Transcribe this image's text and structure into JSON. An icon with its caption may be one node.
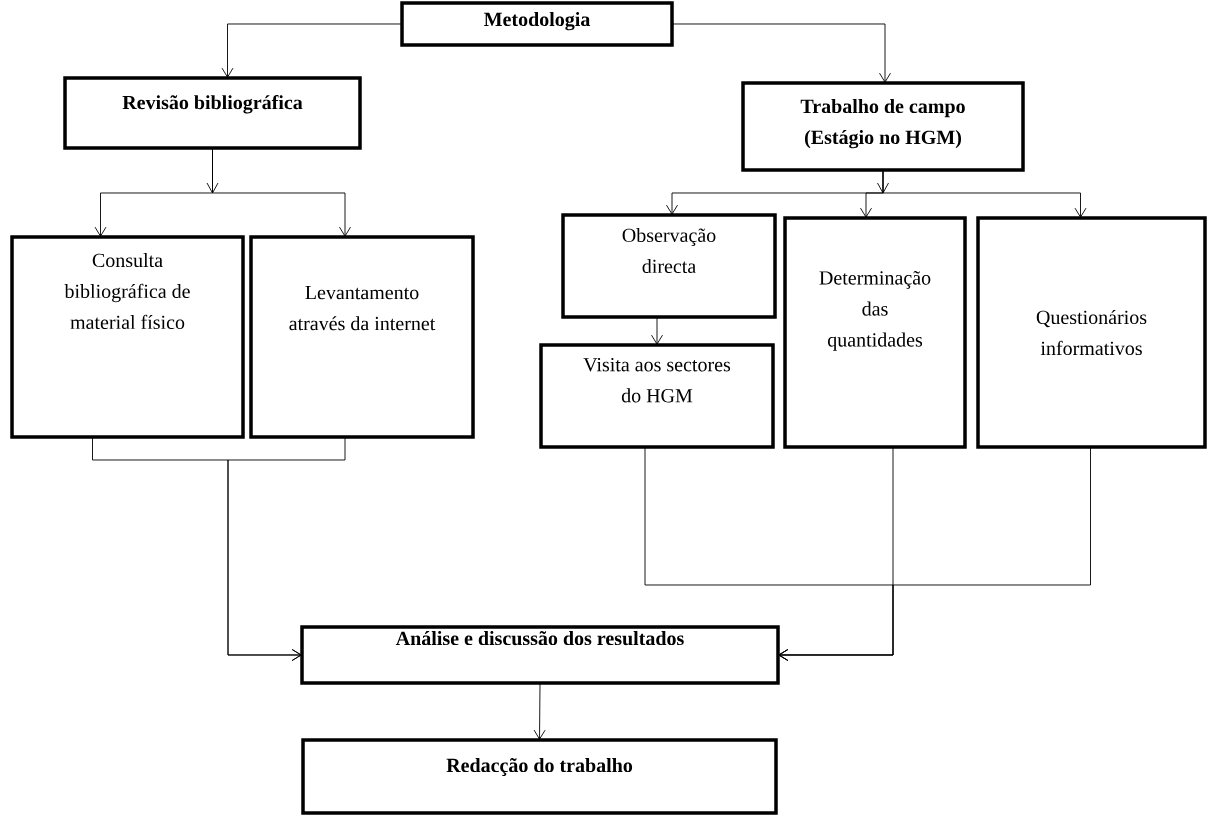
{
  "diagram": {
    "nodes": [
      {
        "text": [
          "Metodologia"
        ]
      },
      {
        "text": [
          "Revisão bibliográfica"
        ]
      },
      {
        "text": [
          "Trabalho de campo (Estágio no HGM)"
        ]
      },
      {
        "text": [
          "Consulta bibliográfica de material físico"
        ]
      },
      {
        "text": [
          "Levantamento através da internet"
        ]
      },
      {
        "text": [
          "Observação directa"
        ]
      },
      {
        "text": [
          "Visita aos sectores do HGM"
        ]
      },
      {
        "text": [
          "Determinação das quantidades"
        ]
      },
      {
        "text": [
          "Questionários informativos"
        ]
      },
      {
        "text": [
          "Análise e discussão dos resultados"
        ]
      },
      {
        "text": [
          "Redacção do trabalho"
        ]
      }
    ],
    "edges": [
      {
        "from": 0,
        "to": 1,
        "arrow": "to"
      },
      {
        "from": 0,
        "to": 2,
        "arrow": "to"
      },
      {
        "from": 1,
        "to": 3,
        "arrow": "to"
      },
      {
        "from": 1,
        "to": 4,
        "arrow": "to"
      },
      {
        "from": 2,
        "to": 5,
        "arrow": "to"
      },
      {
        "from": 2,
        "to": 7,
        "arrow": "to"
      },
      {
        "from": 2,
        "to": 8,
        "arrow": "to"
      },
      {
        "from": 5,
        "to": 6,
        "arrow": "to"
      },
      {
        "from": 3,
        "to": 9,
        "arrow": "to"
      },
      {
        "from": 4,
        "to": 9,
        "arrow": "to"
      },
      {
        "from": 6,
        "to": 9,
        "arrow": "to"
      },
      {
        "from": 7,
        "to": 9,
        "arrow": "to"
      },
      {
        "from": 8,
        "to": 9,
        "arrow": "to"
      },
      {
        "from": 9,
        "to": 10,
        "arrow": "to"
      }
    ]
  }
}
